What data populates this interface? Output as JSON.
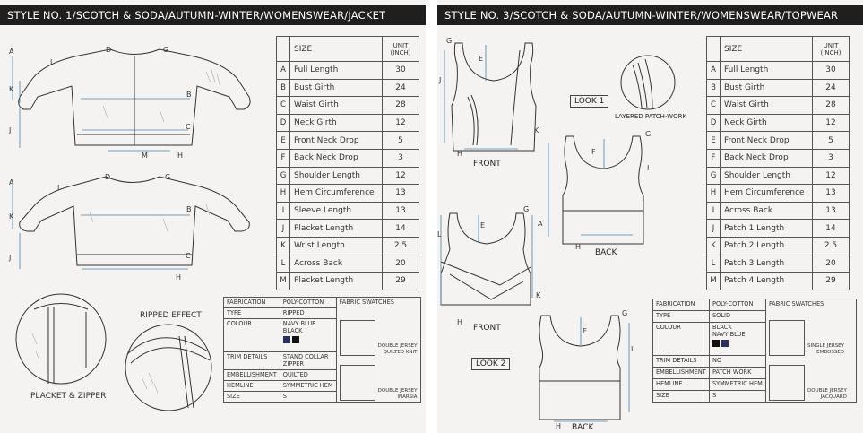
{
  "page1": {
    "title": "STYLE NO. 1/SCOTCH & SODA/AUTUMN-WINTER/WOMENSWEAR/JACKET",
    "size_table": {
      "header_size": "SIZE",
      "header_unit": "UNIT",
      "header_unit2": "(INCH)",
      "rows": [
        {
          "letter": "A",
          "name": "Full Length",
          "value": "30"
        },
        {
          "letter": "B",
          "name": "Bust Girth",
          "value": "24"
        },
        {
          "letter": "C",
          "name": "Waist Girth",
          "value": "28"
        },
        {
          "letter": "D",
          "name": "Neck Girth",
          "value": "12"
        },
        {
          "letter": "E",
          "name": "Front Neck Drop",
          "value": "5"
        },
        {
          "letter": "F",
          "name": "Back Neck Drop",
          "value": "3"
        },
        {
          "letter": "G",
          "name": "Shoulder Length",
          "value": "12"
        },
        {
          "letter": "H",
          "name": "Hem Circumference",
          "value": "13"
        },
        {
          "letter": "I",
          "name": "Sleeve Length",
          "value": "13"
        },
        {
          "letter": "J",
          "name": "Placket Length",
          "value": "14"
        },
        {
          "letter": "K",
          "name": "Wrist Length",
          "value": "2.5"
        },
        {
          "letter": "L",
          "name": "Across Back",
          "value": "20"
        },
        {
          "letter": "M",
          "name": "Placket Length",
          "value": "29"
        }
      ]
    },
    "fabric_table": {
      "fabrication_label": "FABRICATION",
      "fabrication_value": "POLY-COTTON",
      "swatches_label": "FABRIC SWATCHES",
      "type_label": "TYPE",
      "type_value": "RIPPED",
      "colour_label": "COLOUR",
      "colour_value_1": "NAVY BLUE",
      "colour_value_2": "BLACK",
      "trim_label": "TRIM DETAILS",
      "trim_value_1": "STAND COLLAR",
      "trim_value_2": "ZIPPER",
      "emb_label": "EMBELLISHMENT",
      "emb_value": "QUILTED",
      "hem_label": "HEMLINE",
      "hem_value": "SYMMETRIC HEM",
      "size_label": "SIZE",
      "size_value": "S",
      "swatch1_1": "DOUBLE JERSEY",
      "swatch1_2": "QUILTED KNIT",
      "swatch2_1": "DOUBLE JERSEY",
      "swatch2_2": "INARSIA"
    },
    "callouts": {
      "ripped": "RIPPED EFFECT",
      "placket": "PLACKET & ZIPPER"
    }
  },
  "page2": {
    "title": "STYLE NO. 3/SCOTCH & SODA/AUTUMN-WINTER/WOMENSWEAR/TOPWEAR",
    "size_table": {
      "header_size": "SIZE",
      "header_unit": "UNIT",
      "header_unit2": "(INCH)",
      "rows": [
        {
          "letter": "A",
          "name": "Full Length",
          "value": "30"
        },
        {
          "letter": "B",
          "name": "Bust Girth",
          "value": "24"
        },
        {
          "letter": "C",
          "name": "Waist Girth",
          "value": "28"
        },
        {
          "letter": "D",
          "name": "Neck Girth",
          "value": "12"
        },
        {
          "letter": "E",
          "name": "Front Neck Drop",
          "value": "5"
        },
        {
          "letter": "F",
          "name": "Back Neck Drop",
          "value": "3"
        },
        {
          "letter": "G",
          "name": "Shoulder Length",
          "value": "12"
        },
        {
          "letter": "H",
          "name": "Hem Circumference",
          "value": "13"
        },
        {
          "letter": "I",
          "name": "Across Back",
          "value": "13"
        },
        {
          "letter": "J",
          "name": "Patch 1 Length",
          "value": "14"
        },
        {
          "letter": "K",
          "name": "Patch 2 Length",
          "value": "2.5"
        },
        {
          "letter": "L",
          "name": "Patch 3 Length",
          "value": "20"
        },
        {
          "letter": "M",
          "name": "Patch 4 Length",
          "value": "29"
        }
      ]
    },
    "fabric_table": {
      "fabrication_label": "FABRICATION",
      "fabrication_value": "POLY-COTTON",
      "swatches_label": "FABRIC SWATCHES",
      "type_label": "TYPE",
      "type_value": "SOLID",
      "colour_label": "COLOUR",
      "colour_value_1": "BLACK",
      "colour_value_2": "NAVY BLUE",
      "trim_label": "TRIM DETAILS",
      "trim_value": "NO",
      "emb_label": "EMBELLISHMENT",
      "emb_value": "PATCH WORK",
      "hem_label": "HEMLINE",
      "hem_value": "SYMMETRIC HEM",
      "size_label": "SIZE",
      "size_value": "S",
      "swatch1_1": "SINGLE JERSEY",
      "swatch1_2": "EMBOSSED",
      "swatch2_1": "DOUBLE JERSEY",
      "swatch2_2": "JACQUARD"
    },
    "callouts": {
      "look1": "LOOK 1",
      "look2": "LOOK 2",
      "layered": "LAYERED PATCH-WORK",
      "front1": "FRONT",
      "back1": "BACK",
      "front2": "FRONT",
      "back2": "BACK"
    }
  },
  "colors": {
    "navy": "#2b2f5e",
    "black": "#111111",
    "dimension": "#4a7fa8",
    "header_bg": "#1f1f1f"
  }
}
